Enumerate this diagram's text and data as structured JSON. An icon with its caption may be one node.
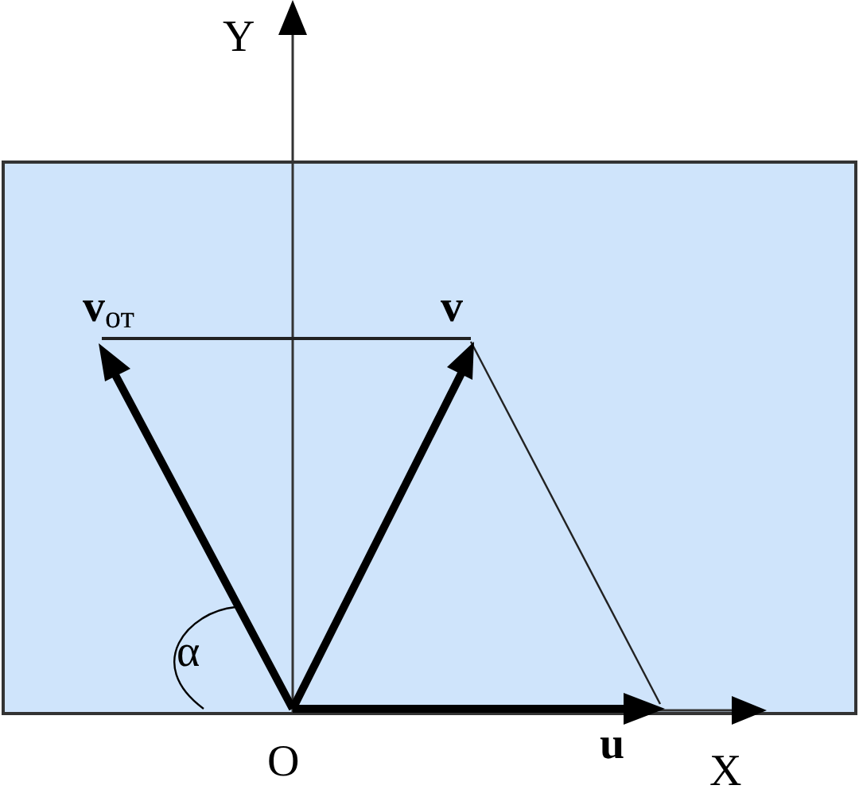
{
  "diagram": {
    "labels": [
      "Y",
      "**v**$_{от}$",
      "v",
      "α",
      "O",
      "u",
      "X"
    ]
  }
}
